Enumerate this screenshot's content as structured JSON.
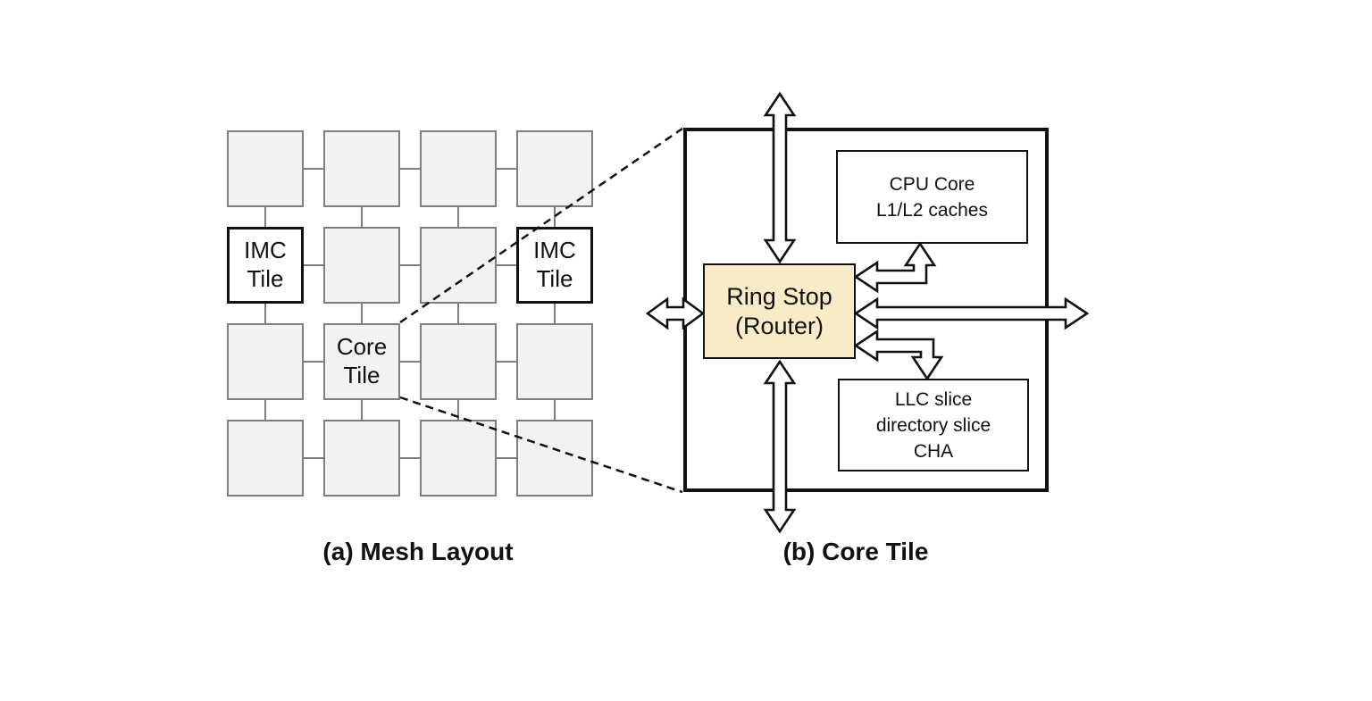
{
  "colors": {
    "line": "#111111",
    "tile_fill": "#f2f2f2",
    "tile_border": "#7e7e7e",
    "ring_stop_fill": "#f9eac8"
  },
  "mesh": {
    "caption": "(a) Mesh Layout",
    "labeled_tiles": [
      {
        "row": 1,
        "col": 0,
        "label": "IMC\nTile"
      },
      {
        "row": 1,
        "col": 3,
        "label": "IMC\nTile"
      },
      {
        "row": 2,
        "col": 1,
        "label": "Core\nTile"
      }
    ]
  },
  "core_tile": {
    "caption": "(b) Core Tile",
    "ring_stop_label": "Ring Stop\n(Router)",
    "cpu_box_label": "CPU Core\nL1/L2 caches",
    "llc_box_label": "LLC slice\ndirectory slice\nCHA"
  }
}
